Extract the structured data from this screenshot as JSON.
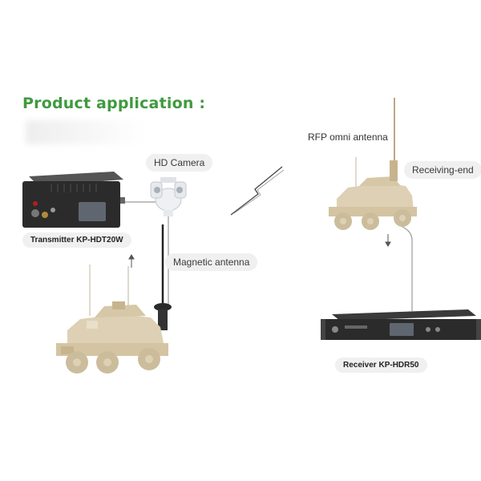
{
  "title": "Product application :",
  "labels": {
    "hd_camera": "HD Camera",
    "transmitter": "Transmitter KP-HDT20W",
    "magnetic_antenna": "Magnetic antenna",
    "rfp_omni_antenna": "RFP omni antenna",
    "receiving_end": "Receiving-end",
    "receiver": "Receiver KP-HDR50"
  },
  "colors": {
    "title": "#3f9a3f",
    "vehicle": "#ddd0b4",
    "vehicle_dark": "#c7b48d",
    "device_dark": "#2b2b2b",
    "screen": "#5f6670",
    "cable": "#9a9a9a",
    "label_bg": "#f0f0f0"
  },
  "icons": {
    "wireless_link": "lightning-bolt-icon",
    "camera": "ptz-camera-icon",
    "vehicle": "armored-vehicle-icon"
  }
}
